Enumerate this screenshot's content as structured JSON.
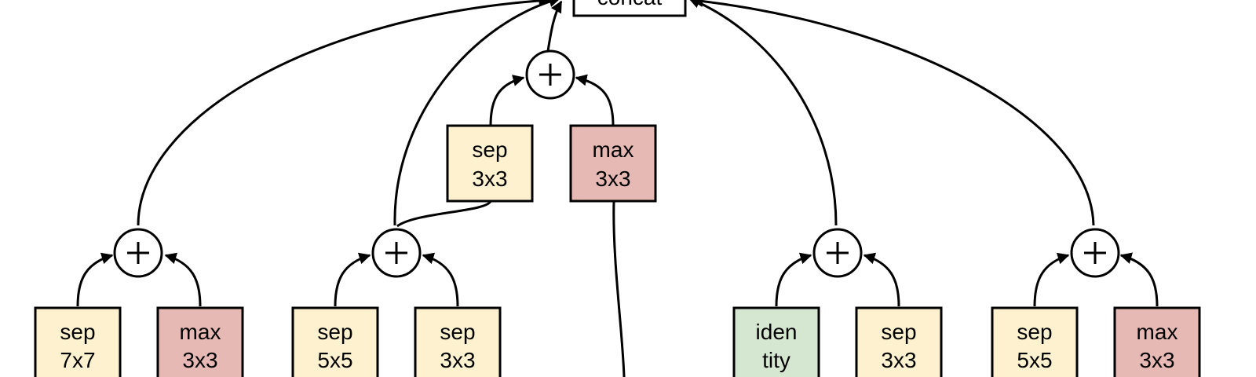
{
  "colors": {
    "sep": "#fdf1cf",
    "max": "#e6b9b4",
    "identity": "#d6e7d1",
    "stroke": "#000000"
  },
  "concat": {
    "label": "concat"
  },
  "ops": [
    {
      "id": "sep7x7",
      "kind": "sep",
      "line1": "sep",
      "line2": "7x7"
    },
    {
      "id": "maxL",
      "kind": "max",
      "line1": "max",
      "line2": "3x3"
    },
    {
      "id": "sep5x5a",
      "kind": "sep",
      "line1": "sep",
      "line2": "5x5"
    },
    {
      "id": "sep3x3a",
      "kind": "sep",
      "line1": "sep",
      "line2": "3x3"
    },
    {
      "id": "sep3x3m",
      "kind": "sep",
      "line1": "sep",
      "line2": "3x3"
    },
    {
      "id": "maxM",
      "kind": "max",
      "line1": "max",
      "line2": "3x3"
    },
    {
      "id": "ident",
      "kind": "identity",
      "line1": "iden",
      "line2": "tity"
    },
    {
      "id": "sep3x3b",
      "kind": "sep",
      "line1": "sep",
      "line2": "3x3"
    },
    {
      "id": "sep5x5b",
      "kind": "sep",
      "line1": "sep",
      "line2": "5x5"
    },
    {
      "id": "maxR",
      "kind": "max",
      "line1": "max",
      "line2": "3x3"
    }
  ]
}
